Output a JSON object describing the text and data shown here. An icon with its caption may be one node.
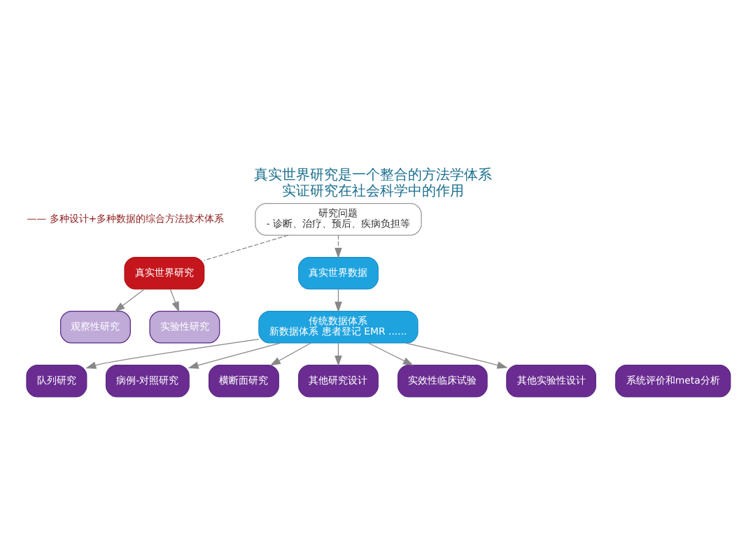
{
  "diagram": {
    "title": "真实世界研究是一个整合的方法学体系",
    "caption": "实证研究在社会科学中的作用",
    "nodes": [
      {
        "text": [
          "研究问题",
          "- 诊断、治疗、预后、疾病负担等"
        ]
      },
      {
        "text": [
          "真实世界研究"
        ]
      },
      {
        "text": [
          "观察性研究"
        ]
      },
      {
        "text": [
          "实验性研究"
        ]
      },
      {
        "text": [
          "队列研究"
        ]
      },
      {
        "text": [
          "病例-对照研究"
        ]
      },
      {
        "text": [
          "横断面研究"
        ]
      },
      {
        "text": [
          "其他研究设计"
        ]
      },
      {
        "text": [
          "实效性临床试验"
        ]
      },
      {
        "text": [
          "其他实验性设计"
        ]
      },
      {
        "text": [
          "真实世界数据"
        ]
      },
      {
        "text": [
          "传统数据体系",
          "新数据体系 患者登记 EMR ......"
        ]
      },
      {
        "text": [
          "系统评价和meta分析"
        ]
      }
    ],
    "edges": [
      {
        "from": 0,
        "to": 1,
        "arrow": "none",
        "style": "dashed"
      },
      {
        "from": 1,
        "to": 2,
        "arrow": "to"
      },
      {
        "from": 1,
        "to": 3,
        "arrow": "to"
      },
      {
        "from": 0,
        "to": 10,
        "arrow": "to",
        "style": "dashed"
      },
      {
        "from": 10,
        "to": 11,
        "arrow": "to"
      },
      {
        "from": 11,
        "to": 4,
        "arrow": "to"
      },
      {
        "from": 11,
        "to": 5,
        "arrow": "to"
      },
      {
        "from": 11,
        "to": 6,
        "arrow": "to"
      },
      {
        "from": 11,
        "to": 7,
        "arrow": "to"
      },
      {
        "from": 11,
        "to": 9,
        "arrow": "to"
      },
      {
        "from": 11,
        "to": 8,
        "arrow": "to"
      }
    ],
    "labels": [
      "—— 多种设计+多种数据的综合方法技术体系"
    ]
  }
}
